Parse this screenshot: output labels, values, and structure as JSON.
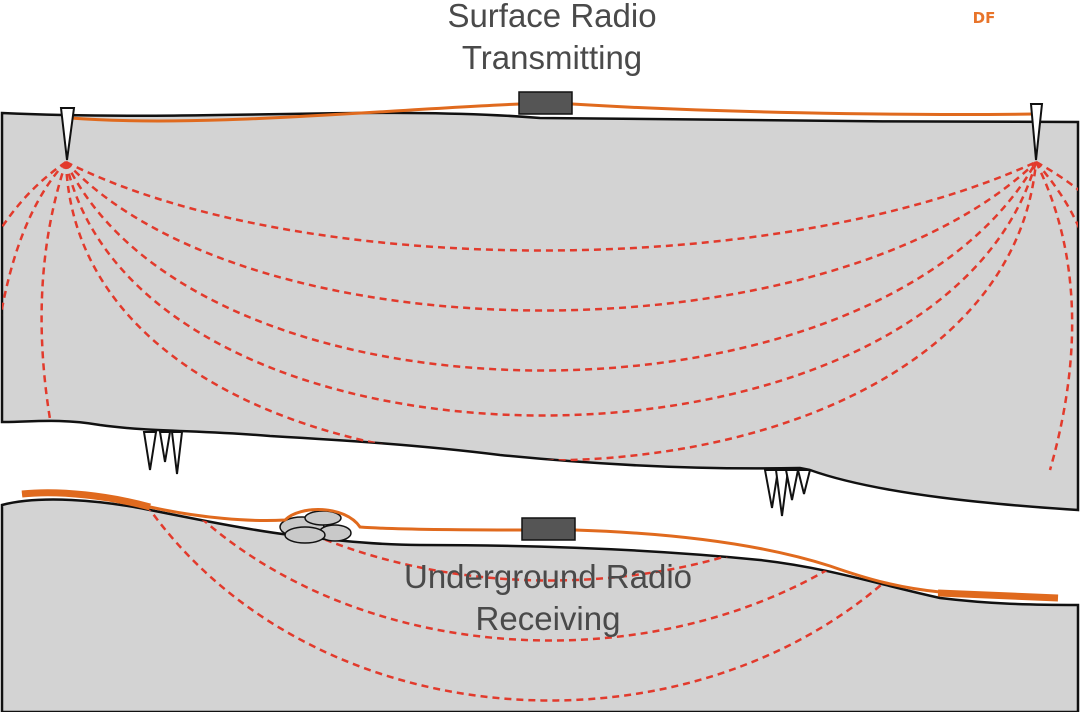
{
  "labels": {
    "top_line1": "Surface Radio",
    "top_line2": "Transmitting",
    "bottom_line1": "Underground Radio",
    "bottom_line2": "Receiving",
    "watermark": "DF"
  },
  "colors": {
    "rock": "#d3d3d3",
    "outline": "#111111",
    "cable": "#e06a1e",
    "field_lines": "#e23a2c",
    "radio_box": "#555555",
    "text": "#4a4a4a"
  }
}
